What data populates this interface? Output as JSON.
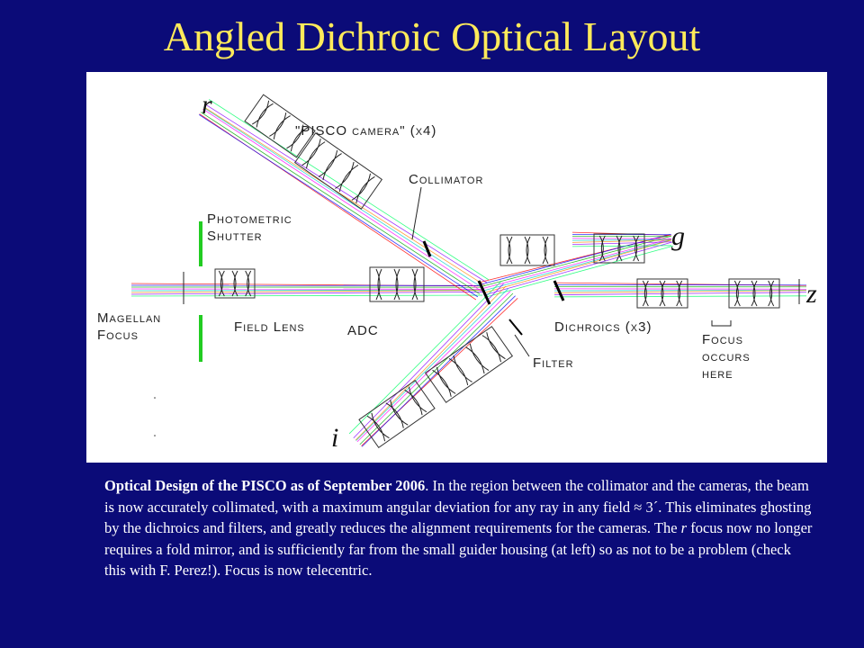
{
  "title": "Angled Dichroic Optical Layout",
  "diagram": {
    "band_labels": {
      "r": "r",
      "g": "g",
      "z": "z",
      "i": "i"
    },
    "labels": {
      "pisco_camera": "\"PISCO camera\" (x4)",
      "collimator": "Collimator",
      "photometric_shutter": "Photometric\nShutter",
      "magellan_focus": "Magellan\nFocus",
      "field_lens": "Field Lens",
      "adc": "ADC",
      "dichroics": "Dichroics (x3)",
      "filter": "Filter",
      "focus_here": "Focus\noccurs\nhere"
    },
    "colors": {
      "shutter": "#22cc22",
      "rays": [
        "#ff0000",
        "#0000ff",
        "#00aa00",
        "#ff00ff",
        "#00cccc",
        "#ff8800",
        "#8800ff",
        "#00ff66"
      ]
    }
  },
  "caption": {
    "bold_lead": "Optical Design of the PISCO as of September 2006",
    "text_1": ". In the region between the collimator and the cameras, the beam is now accurately collimated, with a maximum angular deviation for any ray in any field ≈ 3´.  This eliminates ghosting by the dichroics and filters, and greatly reduces the alignment requirements for the cameras.  The ",
    "italic_r": "r",
    "text_2": " focus now no longer requires a fold mirror, and is sufficiently far from the small guider housing (at left) so as not to be a problem (check this with F. Perez!).  Focus is now telecentric."
  }
}
